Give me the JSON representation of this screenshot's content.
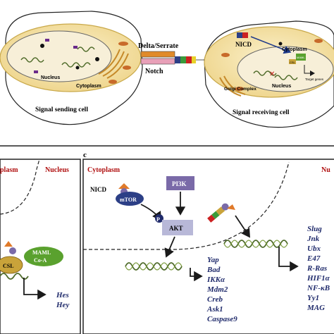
{
  "top_panel": {
    "delta_serrate": "Delta/Serrate",
    "notch": "Notch",
    "nicd": "NICD",
    "nucleus_left": "Nucleus",
    "cytoplasm_left": "Cytoplasm",
    "cytoplasm_right": "Cytoplasm",
    "golgi": "Golgi Complex",
    "nucleus_right": "Nucleus",
    "maml": "MAML",
    "csl": "CSL",
    "target_genes": "Target genes",
    "sending_cell": "Signal sending cell",
    "receiving_cell": "Signal receiving cell"
  },
  "panel_b": {
    "cytoplasm": "plasm",
    "nucleus": "Nucleus",
    "csl": "CSL",
    "maml_line1": "MAML",
    "maml_line2": "Co-A",
    "genes": [
      "Hes",
      "Hey"
    ]
  },
  "panel_c": {
    "label": "c",
    "cytoplasm": "Cytoplasm",
    "nucleus": "Nu",
    "nicd": "NICD",
    "mtor": "mTOR",
    "pi3k": "PI3K",
    "p": "P",
    "akt": "AKT",
    "genes_left": [
      "Yap",
      "Bad",
      "IKKα",
      "Mdm2",
      "Creb",
      "Ask1",
      "Caspase9"
    ],
    "genes_right": [
      "Slug",
      "Jnk",
      "Ubx",
      "E47",
      "R-Ras",
      "HIF1α",
      "NF-κB",
      "Yy1",
      "MAG"
    ]
  },
  "colors": {
    "cell_fill": "#f3e3a8",
    "nucleus_fill": "#f7efd8",
    "dna": "#4f6b2a",
    "arrow": "#1a1a1a",
    "label_red": "#b01010",
    "gene_text": "#1f2a6b",
    "mtor_fill": "#2c3f86",
    "pi3k_fill": "#7a6aa8",
    "akt_fill": "#b8b8d8",
    "maml_fill": "#5aa12e",
    "csl_fill": "#c9a33a"
  }
}
